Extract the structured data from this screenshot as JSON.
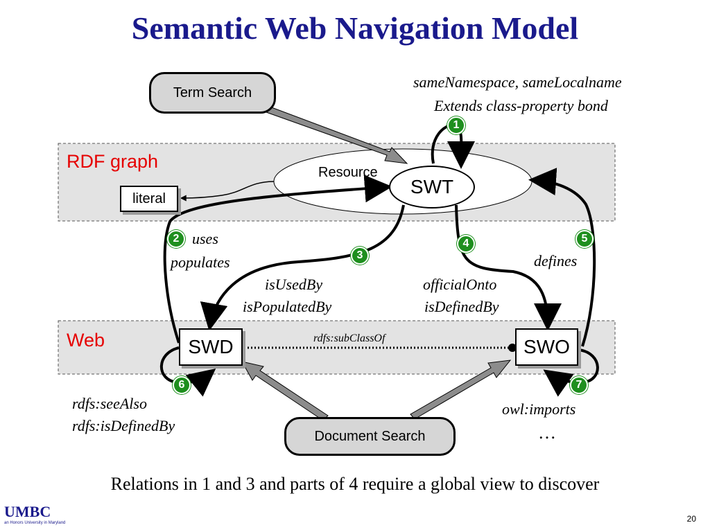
{
  "title": "Semantic Web Navigation Model",
  "regions": {
    "rdf": "RDF graph",
    "web": "Web"
  },
  "nodes": {
    "term_search": "Term Search",
    "document_search": "Document Search",
    "resource": "Resource",
    "swt": "SWT",
    "literal": "literal",
    "swd": "SWD",
    "swo": "SWO"
  },
  "labels": {
    "same_ns": "sameNamespace, sameLocalname",
    "extends": "Extends class-property bond",
    "uses": "uses",
    "populates": "populates",
    "is_used_by": "isUsedBy",
    "is_populated_by": "isPopulatedBy",
    "official_onto": "officialOnto",
    "is_defined_by": "isDefinedBy",
    "defines": "defines",
    "subclass": "rdfs:subClassOf",
    "see_also": "rdfs:seeAlso",
    "rdfs_is_defined_by": "rdfs:isDefinedBy",
    "owl_imports": "owl:imports",
    "ellipsis": "…"
  },
  "badges": [
    "1",
    "2",
    "3",
    "4",
    "5",
    "6",
    "7"
  ],
  "footer": "Relations in 1 and 3 and parts of 4 require a global view to discover",
  "logo": {
    "name": "UMBC",
    "tagline": "an Honors University in Maryland"
  },
  "page_number": "20",
  "colors": {
    "title": "#1a1a8c",
    "region_label": "#e60000",
    "badge": "#1e8f1e",
    "region_fill": "#e3e3e3",
    "search_arrow": "#8c8c8c"
  }
}
